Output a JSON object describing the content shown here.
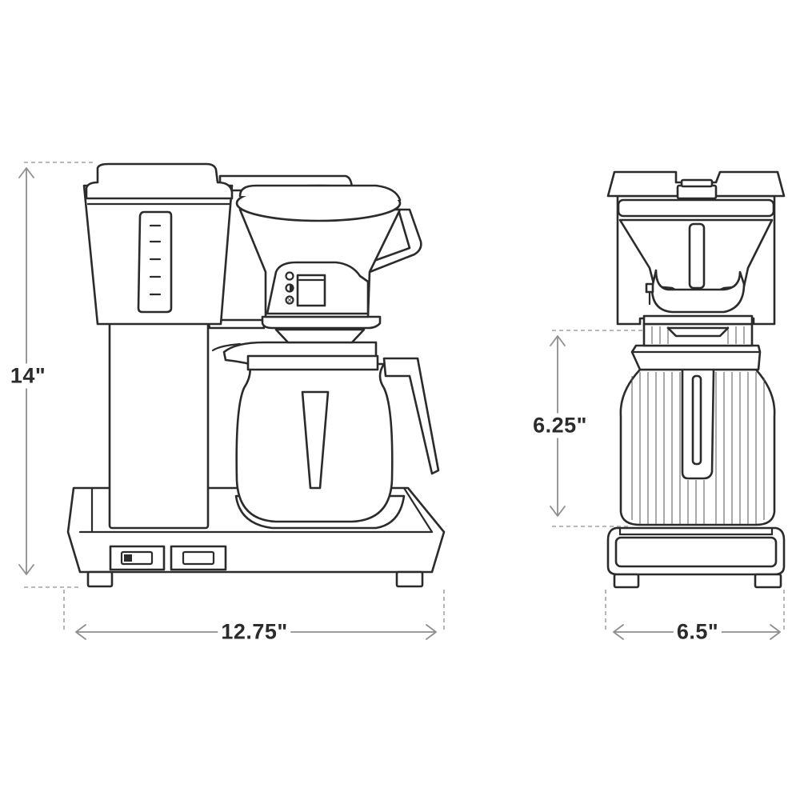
{
  "title": "Coffee maker dimensions",
  "side_view": {
    "height_label": "14\"",
    "width_label": "12.75\""
  },
  "front_view": {
    "carafe_height_label": "6.25\"",
    "width_label": "6.5\""
  },
  "colors": {
    "line": "#2b2b2b",
    "dimension": "#8f8f8f",
    "background": "#ffffff"
  }
}
